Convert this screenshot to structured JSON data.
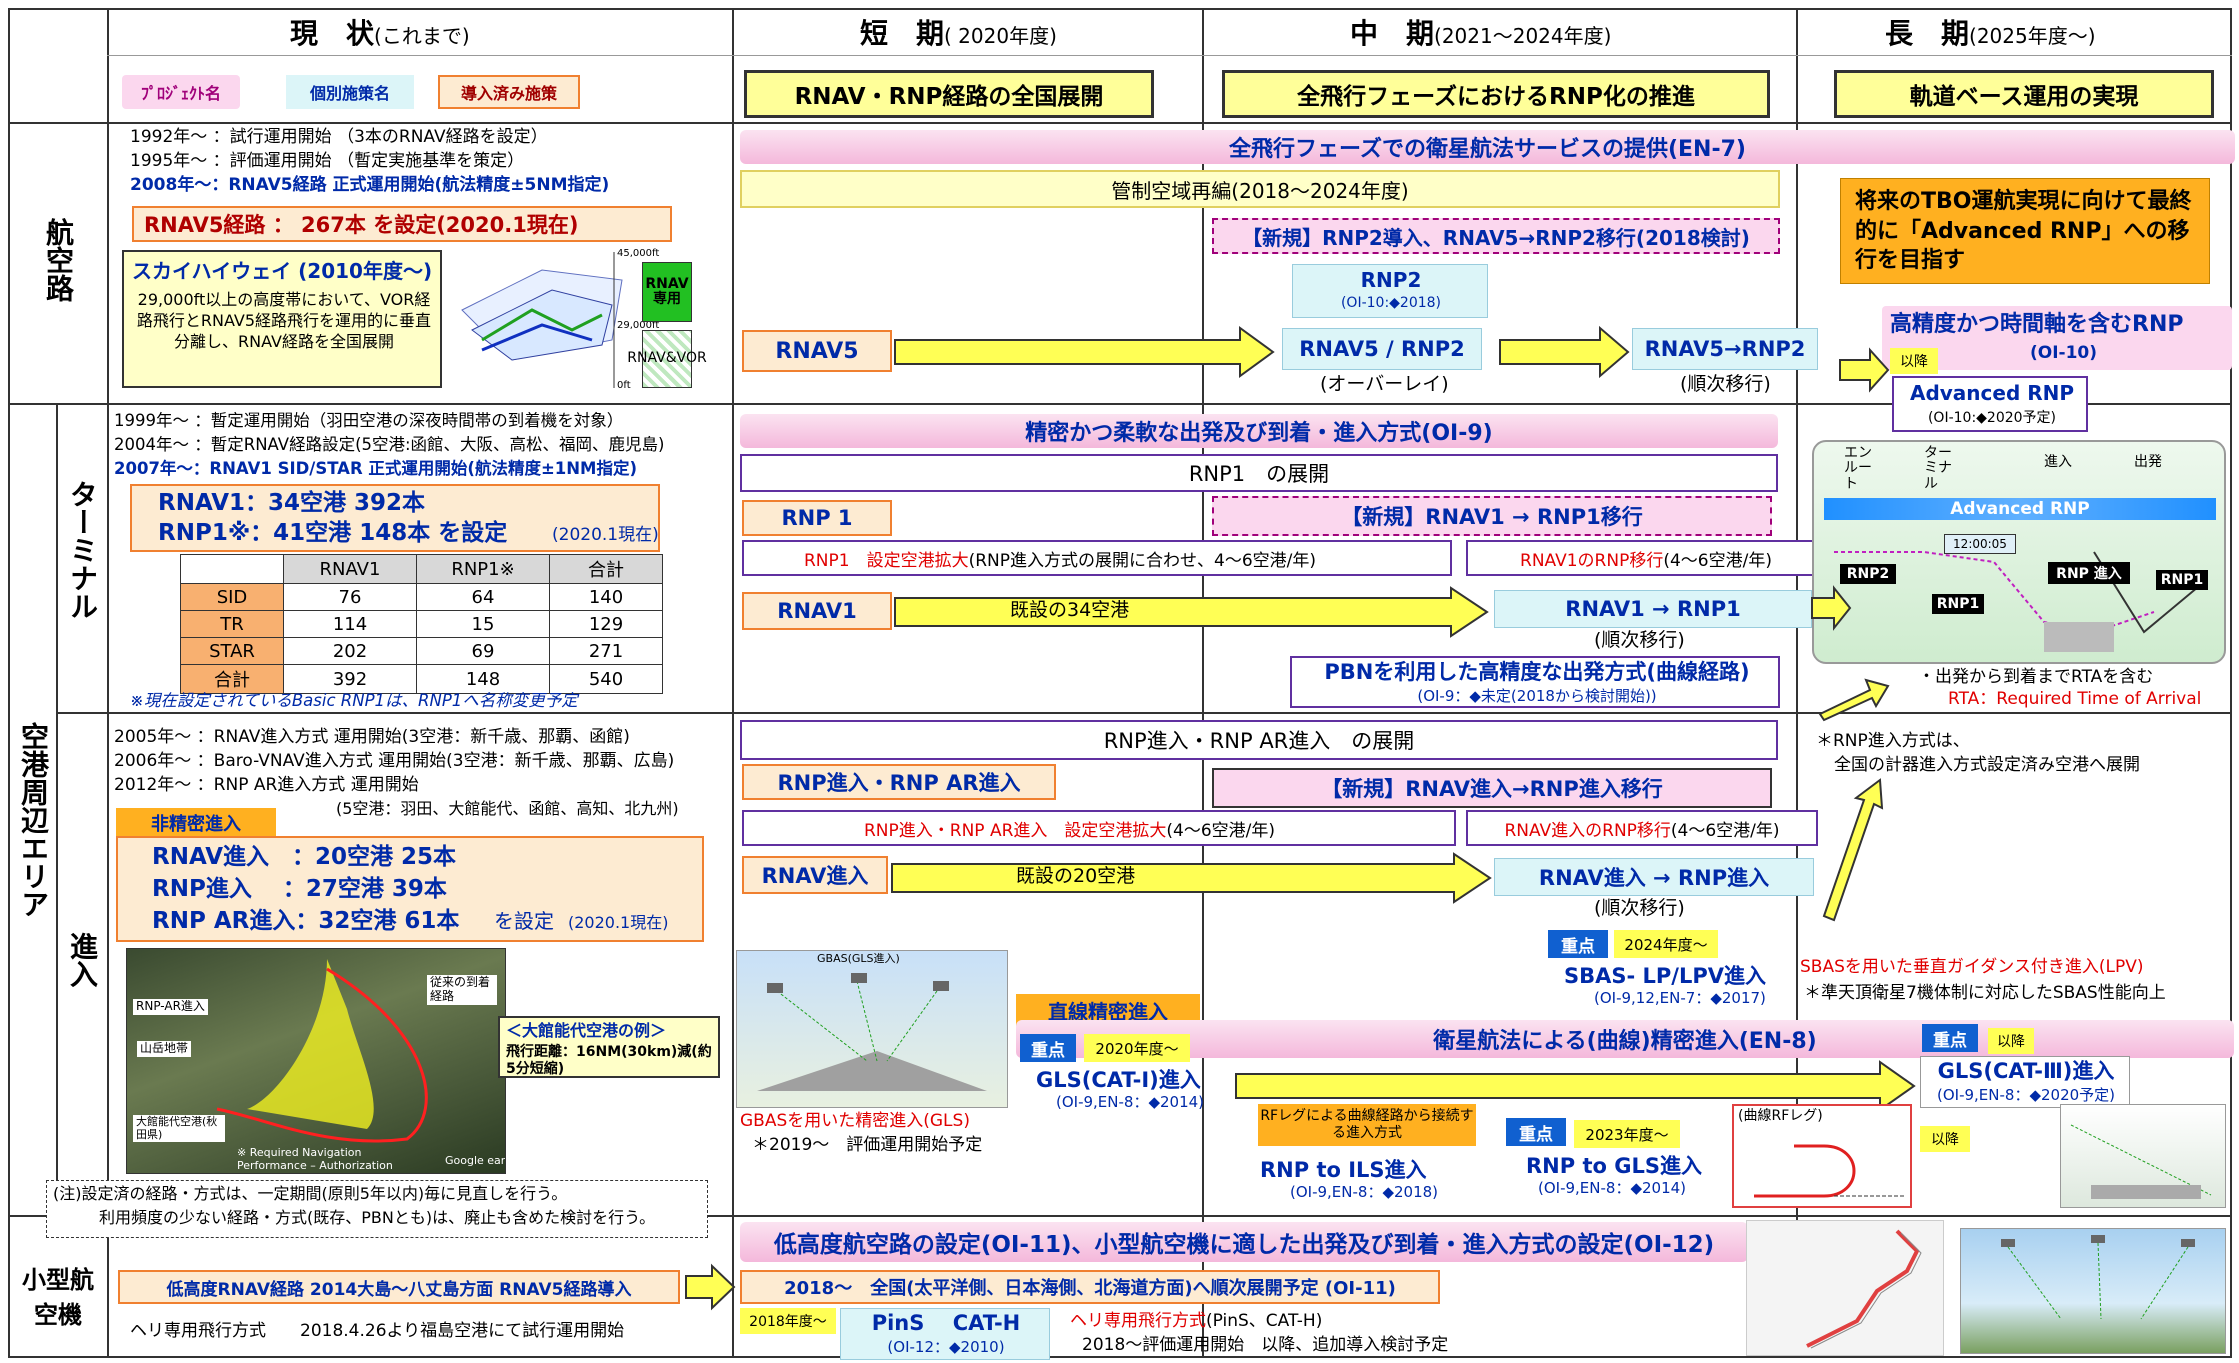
{
  "headers": {
    "current": "現　状",
    "current_sub": "(これまで)",
    "short": "短　期",
    "short_sub": "( 2020年度)",
    "mid": "中　期",
    "mid_sub": "(2021～2024年度)",
    "long": "長　期",
    "long_sub": "(2025年度～)"
  },
  "legend": {
    "project": "ﾌﾟﾛｼﾞｪｸﾄ名",
    "individual": "個別施策名",
    "introduced": "導入済み施策"
  },
  "phase_titles": {
    "short": "RNAV・RNP経路の全国展開",
    "mid": "全飛行フェーズにおけるRNP化の推進",
    "long": "軌道ベース運用の実現"
  },
  "rows": {
    "airway": "航空路",
    "airport_area": "空港周辺エリア",
    "terminal": "ターミナル",
    "approach": "進入",
    "small": "小型航空機"
  },
  "airway": {
    "hist1": "1992年～ ：試行運用開始 （3本のRNAV経路を設定）",
    "hist2": "1995年～ ：評価運用開始 （暫定実施基準を策定）",
    "hist3": "2008年～：RNAV5経路  正式運用開始(航法精度±5NM指定)",
    "status": "RNAV5経路 ：  267本  を設定(2020.1現在)",
    "sky_title": "スカイハイウェイ (2010年度～)",
    "sky_body": "29,000ft以上の高度帯において、VOR経路飛行とRNAV5経路飛行を運用的に垂直分離し、RNAV経路を全国展開",
    "alt1": "45,000ft",
    "alt2": "29,000ft",
    "alt3": "0ft",
    "rnav_only": "RNAV専用",
    "rnav_vor": "RNAV&VOR",
    "en7": "全飛行フェーズでの衛星航法サービスの提供(EN-7)",
    "airspace": "管制空域再編(2018～2024年度)",
    "new_rnp2": "【新規】RNP2導入、RNAV5→RNP2移行(2018検討)",
    "rnp2": "RNP2",
    "rnp2_sub": "(OI-10:◆2018)",
    "rnav5": "RNAV5",
    "rnav5_rnp2": "RNAV5 / RNP2",
    "overlay": "(オーバーレイ)",
    "rnav5_to_rnp2": "RNAV5→RNP2",
    "sequential": "(順次移行)",
    "tbo": "将来のTBO運航実現に向けて最終的に「Advanced RNP」への移行を目指す",
    "hp_rnp": "高精度かつ時間軸を含むRNP",
    "oi10": "(OI-10)",
    "later": "以降",
    "adv_rnp": "Advanced RNP",
    "adv_rnp_sub": "(OI-10:◆2020予定)"
  },
  "terminal": {
    "hist1": "1999年～ ：暫定運用開始（羽田空港の深夜時間帯の到着機を対象）",
    "hist2": "2004年～ ：暫定RNAV経路設定(5空港:函館、大阪、高松、福岡、鹿児島)",
    "hist3": "2007年～：RNAV1 SID/STAR  正式運用開始(航法精度±1NM指定)",
    "status1": "RNAV1：34空港 392本",
    "status2": "RNP1※：41空港 148本  を設定",
    "status_date": "(2020.1現在)",
    "table_head": [
      "",
      "RNAV1",
      "RNP1※",
      "合計"
    ],
    "table_rows": [
      [
        "SID",
        "76",
        "64",
        "140"
      ],
      [
        "TR",
        "114",
        "15",
        "129"
      ],
      [
        "STAR",
        "202",
        "69",
        "271"
      ],
      [
        "合計",
        "392",
        "148",
        "540"
      ]
    ],
    "note": "※現在設定されているBasic RNP1は、RNP1へ名称変更予定",
    "oi9": "精密かつ柔軟な出発及び到着・進入方式(OI-9)",
    "rnp1_dev": "RNP1　の展開",
    "rnp1": "RNP 1",
    "new_rnav1": "【新規】RNAV1 → RNP1移行",
    "rnp1_expand_a": "RNP1　設定空港拡大",
    "rnp1_expand_b": "(RNP進入方式の展開に合わせ、4～6空港/年)",
    "rnav1_mig_a": "RNAV1のRNP移行",
    "rnav1_mig_b": "(4～6空港/年)",
    "rnav1": "RNAV1",
    "existing34": "既設の34空港",
    "rnav1_to_rnp1": "RNAV1 → RNP1",
    "sequential": "(順次移行)",
    "pbn": "PBNを利用した高精度な出発方式(曲線経路)",
    "pbn_sub": "(OI-9：◆未定(2018から検討開始))",
    "diag_enroute": "エンルート",
    "diag_terminal": "ターミナル",
    "diag_approach": "進入",
    "diag_departure": "出発",
    "diag_adv": "Advanced RNP",
    "diag_time": "12:00:05",
    "diag_rnp2": "RNP2",
    "diag_rnp1a": "RNP1",
    "diag_rnpapp": "RNP 進入",
    "diag_rnp1b": "RNP1",
    "rta1": "・出発から到着までRTAを含む",
    "rta2": "RTA：Required Time of Arrival"
  },
  "approach": {
    "hist1": "2005年～ ：RNAV進入方式 運用開始(3空港：新千歳、那覇、函館)",
    "hist2": "2006年～ ：Baro-VNAV進入方式 運用開始(3空港：新千歳、那覇、広島)",
    "hist3": "2012年～ ：RNP AR進入方式 運用開始",
    "hist3b": "(5空港：羽田、大館能代、函館、高知、北九州)",
    "nonprec": "非精密進入",
    "s1": "RNAV進入　：20空港 25本",
    "s2": "RNP進入　 ：27空港 39本",
    "s3": "RNP AR進入：32空港 61本",
    "s_set": "を設定",
    "s_date": "(2020.1現在)",
    "photo_rnpar": "RNP-AR進入",
    "photo_conv": "従来の到着経路",
    "photo_mtn": "山岳地帯",
    "photo_odate": "大館能代空港(秋田県)",
    "photo_rnp_full": "※ Required Navigation Performance – Authorization Required",
    "photo_google": "Google earth",
    "example_title": "＜大館能代空港の例＞",
    "example_body": "飛行距離：16NM(30km)減(約5分短縮)",
    "disclaimer1": "(注)設定済の経路・方式は、一定期間(原則5年以内)毎に見直しを行う。",
    "disclaimer2": "利用頻度の少ない経路・方式(既存、PBNとも)は、廃止も含めた検討を行う。",
    "rnpar_dev": "RNP進入・RNP AR進入　の展開",
    "rnpar": "RNP進入・RNP AR進入",
    "new_rnav_app": "【新規】RNAV進入→RNP進入移行",
    "expand": "RNP進入・RNP AR進入　設定空港拡大",
    "expand_b": "(4～6空港/年)",
    "rnav_app_mig": "RNAV進入のRNP移行",
    "rnav_app_mig_b": "(4～6空港/年)",
    "rnav_app": "RNAV進入",
    "existing20": "既設の20空港",
    "rnav_app_to_rnp": "RNAV進入 → RNP進入",
    "sequential": "(順次移行)",
    "rnp_note1": "＊RNP進入方式は、",
    "rnp_note2": "全国の計器進入方式設定済み空港へ展開",
    "key": "重点",
    "y2024": "2024年度～",
    "sbas": "SBAS- LP/LPV進入",
    "sbas_sub": "(OI-9,12,EN-7：◆2017)",
    "sbas_lpv": "SBASを用いた垂直ガイダンス付き進入(LPV)",
    "qzss": "＊準天頂衛星7機体制に対応したSBAS性能向上",
    "gbas_label": "GBAS(GLS進入)",
    "gbas": "GBASを用いた精密進入(GLS)",
    "gbas_2019": "＊2019～　評価運用開始予定",
    "straight": "直線精密進入",
    "y2020": "2020年度～",
    "en8": "衛星航法による(曲線)精密進入(EN-8)",
    "gls1": "GLS(CAT-Ⅰ)進入",
    "gls1_sub": "(OI-9,EN-8：◆2014)",
    "gls3": "GLS(CAT-Ⅲ)進入",
    "gls3_sub": "(OI-9,EN-8：◆2020予定)",
    "rf": "RFレグによる曲線経路から接続する進入方式",
    "y2023": "2023年度～",
    "rnp_ils": "RNP to ILS進入",
    "rnp_ils_sub": "(OI-9,EN-8：◆2018)",
    "rnp_gls": "RNP to GLS進入",
    "rnp_gls_sub": "(OI-9,EN-8：◆2014)",
    "rf_curve": "(曲線RFレグ)",
    "later": "以降"
  },
  "small": {
    "low_route": "低高度RNAV経路 2014大島～八丈島方面  RNAV5経路導入",
    "heli": "ヘリ専用飛行方式　　2018.4.26より福島空港にて試行運用開始",
    "oi11": "低高度航空路の設定(OI-11)、小型航空機に適した出発及び到着・進入方式の設定(OI-12)",
    "nation": "2018～　全国(太平洋側、日本海側、北海道方面)へ順次展開予定 (OI-11)",
    "y2018": "2018年度～",
    "pins": "PinS　 CAT-H",
    "pins_sub": "(OI-12：◆2010)",
    "heli2": "ヘリ専用飛行方式",
    "heli2_b": "(PinS、CAT-H)",
    "heli3": "2018～評価運用開始　以降、追加導入検討予定"
  }
}
